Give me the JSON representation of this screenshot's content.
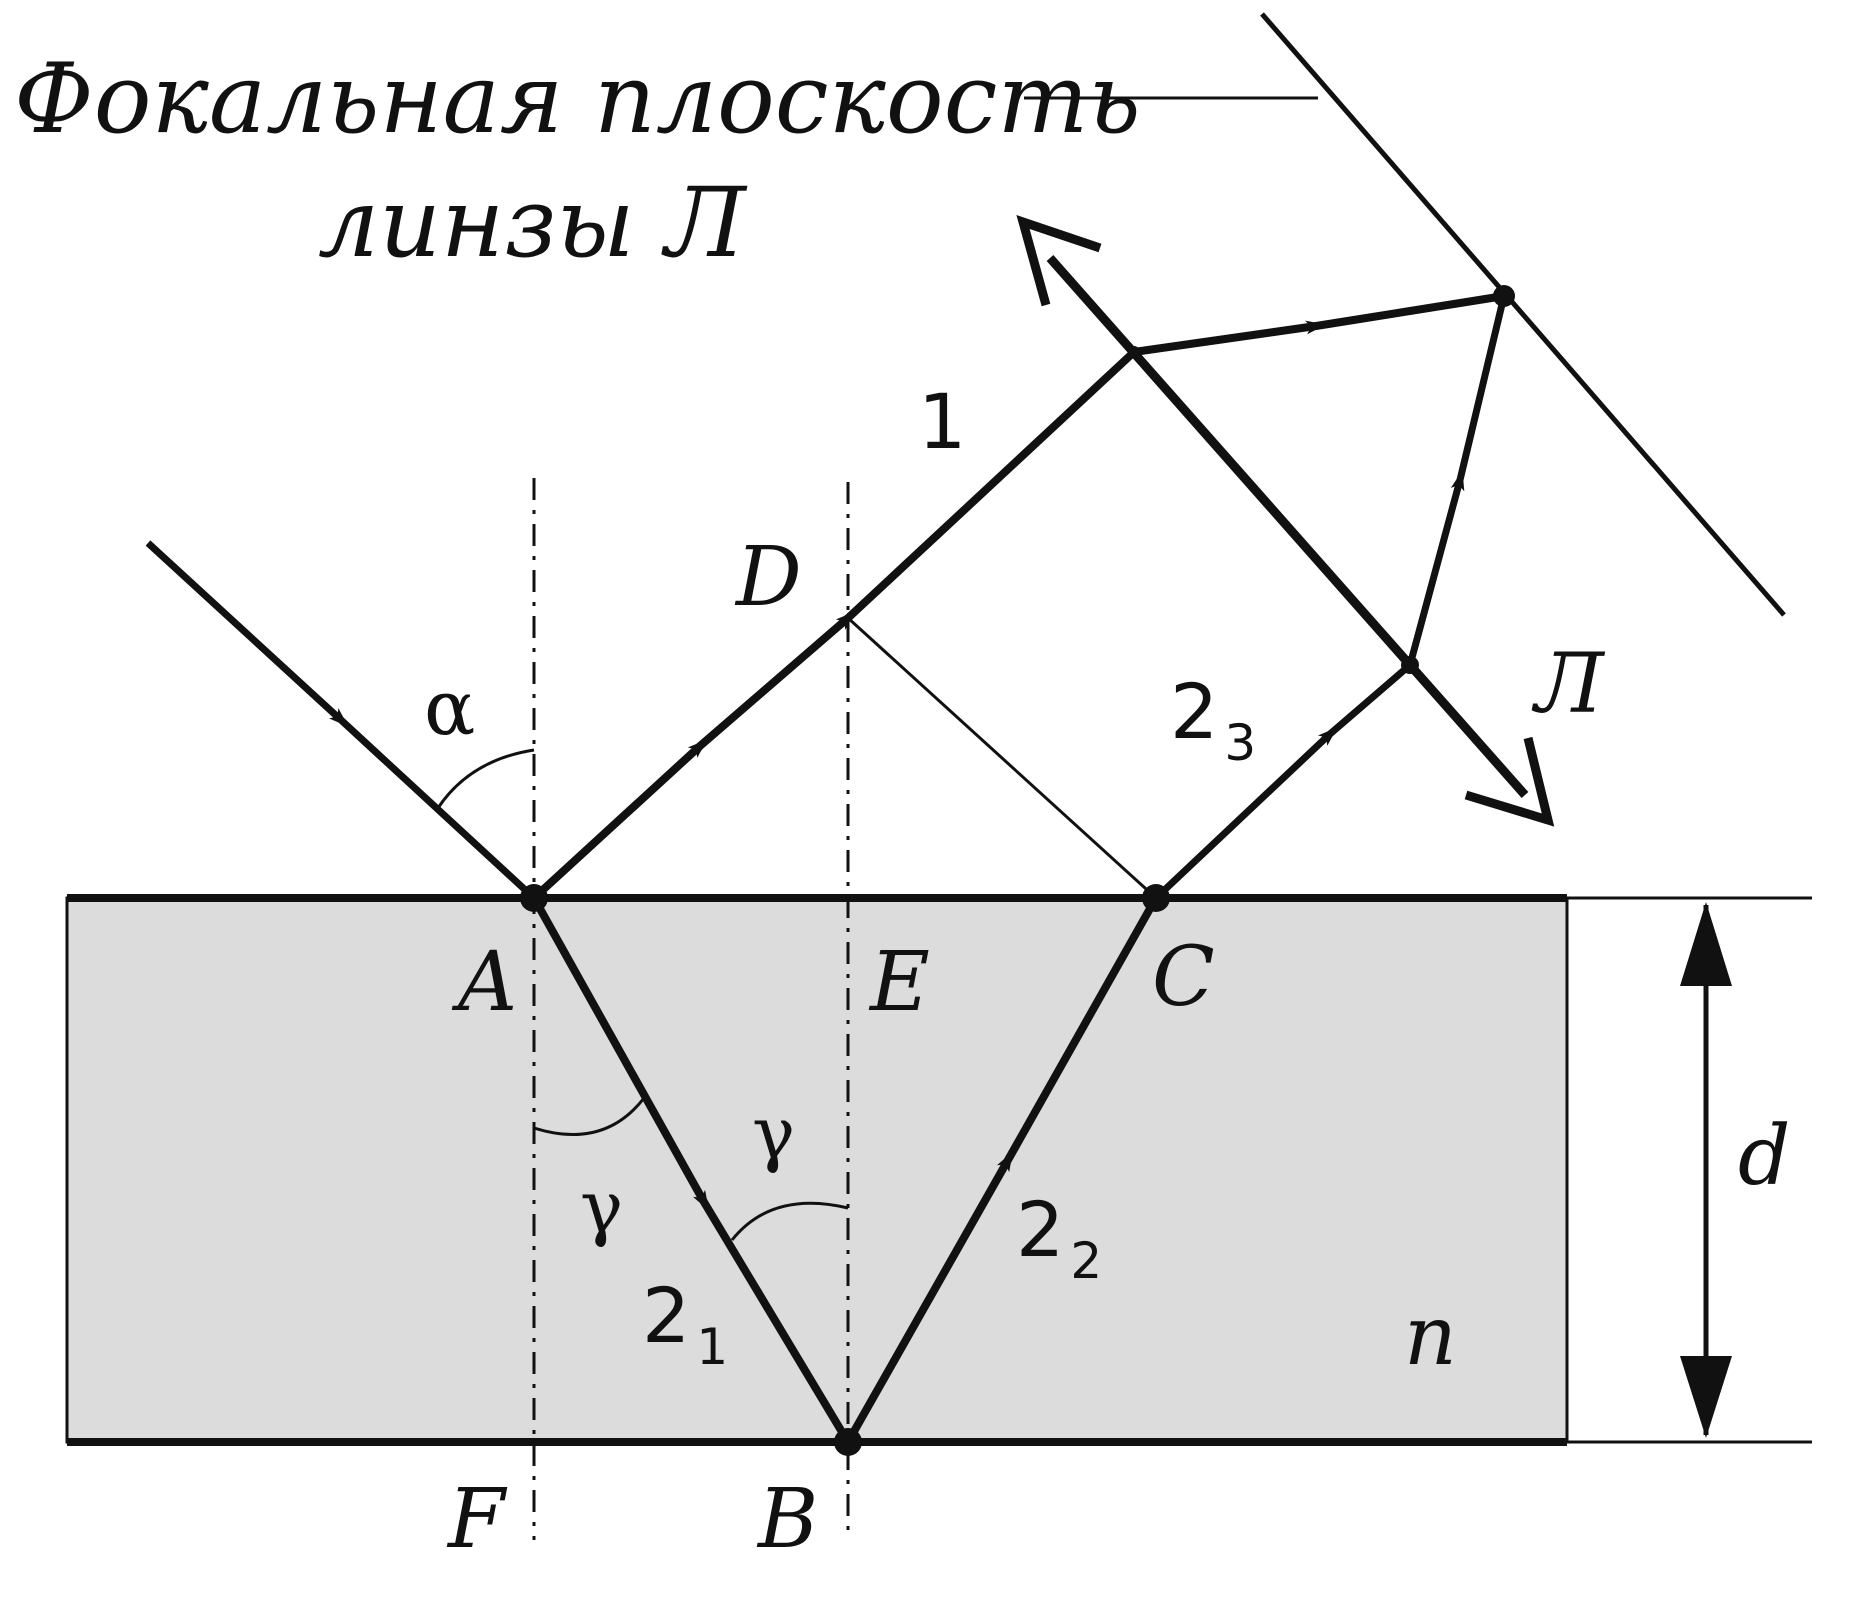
{
  "title_line1": "Фокальная плоскость",
  "title_line2": "линзы Л",
  "points": {
    "A": "A",
    "B": "B",
    "C": "C",
    "D": "D",
    "E": "E",
    "F": "F"
  },
  "ray_labels": {
    "one": "1",
    "two": "2",
    "sub1": "1",
    "sub2": "2",
    "sub3": "3"
  },
  "angles": {
    "alpha": "α",
    "gamma_left": "γ",
    "gamma_right": "γ"
  },
  "lens_label": "Л",
  "thickness_label": "d",
  "index_label": "n",
  "colors": {
    "plate_fill": "#dcdcdc",
    "line": "#111111",
    "background": "#ffffff"
  }
}
